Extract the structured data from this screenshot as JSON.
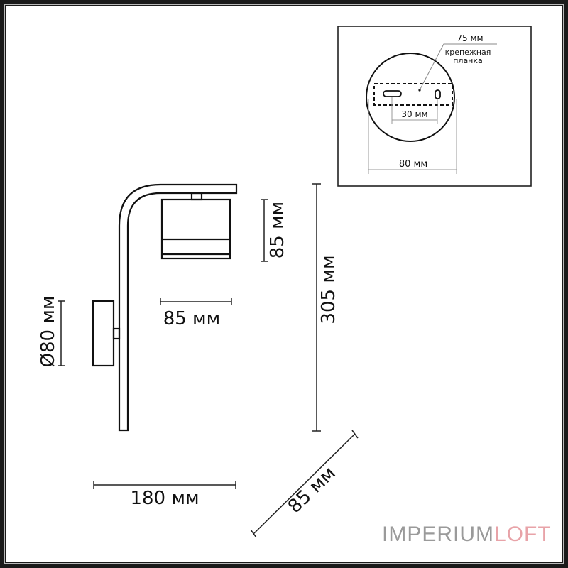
{
  "drawing": {
    "dimensions": {
      "shade_height": "85 мм",
      "shade_width": "85 мм",
      "total_height": "305 мм",
      "wall_plate_diameter": "Ø80 мм",
      "total_projection": "180 мм",
      "depth": "85 мм"
    },
    "inset": {
      "plate_length": "75 мм",
      "plate_label_line1": "крепежная",
      "plate_label_line2": "планка",
      "hole_spacing": "30 мм",
      "base_diameter": "80 мм"
    }
  },
  "brand": {
    "part1": "IMPERIUM",
    "part2": "LOFT",
    "color1": "#9a9a9a",
    "color2": "#e8a3a8"
  },
  "colors": {
    "line": "#111111",
    "dim_line": "#333333",
    "thin_line": "#999999",
    "background": "#ffffff"
  }
}
